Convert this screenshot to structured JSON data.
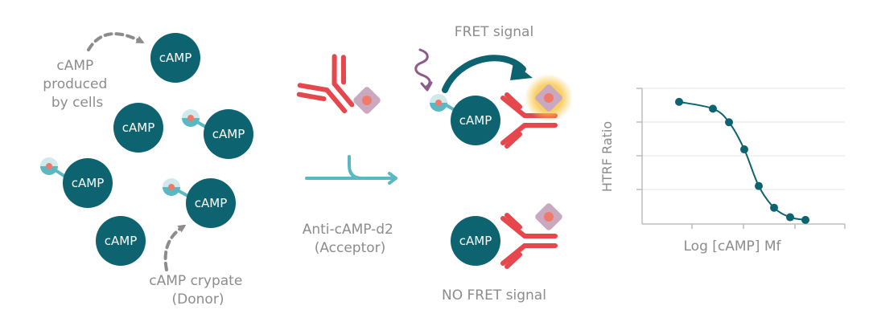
{
  "left_panel": {
    "produced_label": [
      "cAMP",
      "produced",
      "by cells"
    ],
    "crypate_label": [
      "cAMP crypate",
      "(Donor)"
    ]
  },
  "molecule_label": "cAMP",
  "middle_panel": {
    "acceptor_label": [
      "Anti-cAMP-d2",
      "(Acceptor)"
    ]
  },
  "right_panel": {
    "fret_label": "FRET signal",
    "no_fret_label": "NO FRET signal"
  },
  "chart_data": {
    "type": "line",
    "title": "",
    "xlabel": "Log [cAMP] Mf",
    "ylabel": "HTRF Ratio",
    "x_scale": "log",
    "ticks_labeled": false,
    "series": [
      {
        "values": [
          0.9,
          0.85,
          0.75,
          0.55,
          0.28,
          0.12,
          0.05,
          0.03
        ]
      }
    ]
  },
  "colors": {
    "camp_teal": "#0d6470",
    "donor_teal": "#5ab8c2",
    "donor_light": "#cfe9ec",
    "donor_dot": "#ef7a6a",
    "antibody_red": "#e5474c",
    "acceptor_purple": "#c9a8c0",
    "acceptor_dot": "#ef7a6a",
    "glow_yellow": "#f7c74a",
    "arrow_gray": "#8c8c8c",
    "arrow_teal": "#0d6470",
    "squiggle_purple": "#8e5a8c",
    "curve_teal": "#0d6470"
  }
}
